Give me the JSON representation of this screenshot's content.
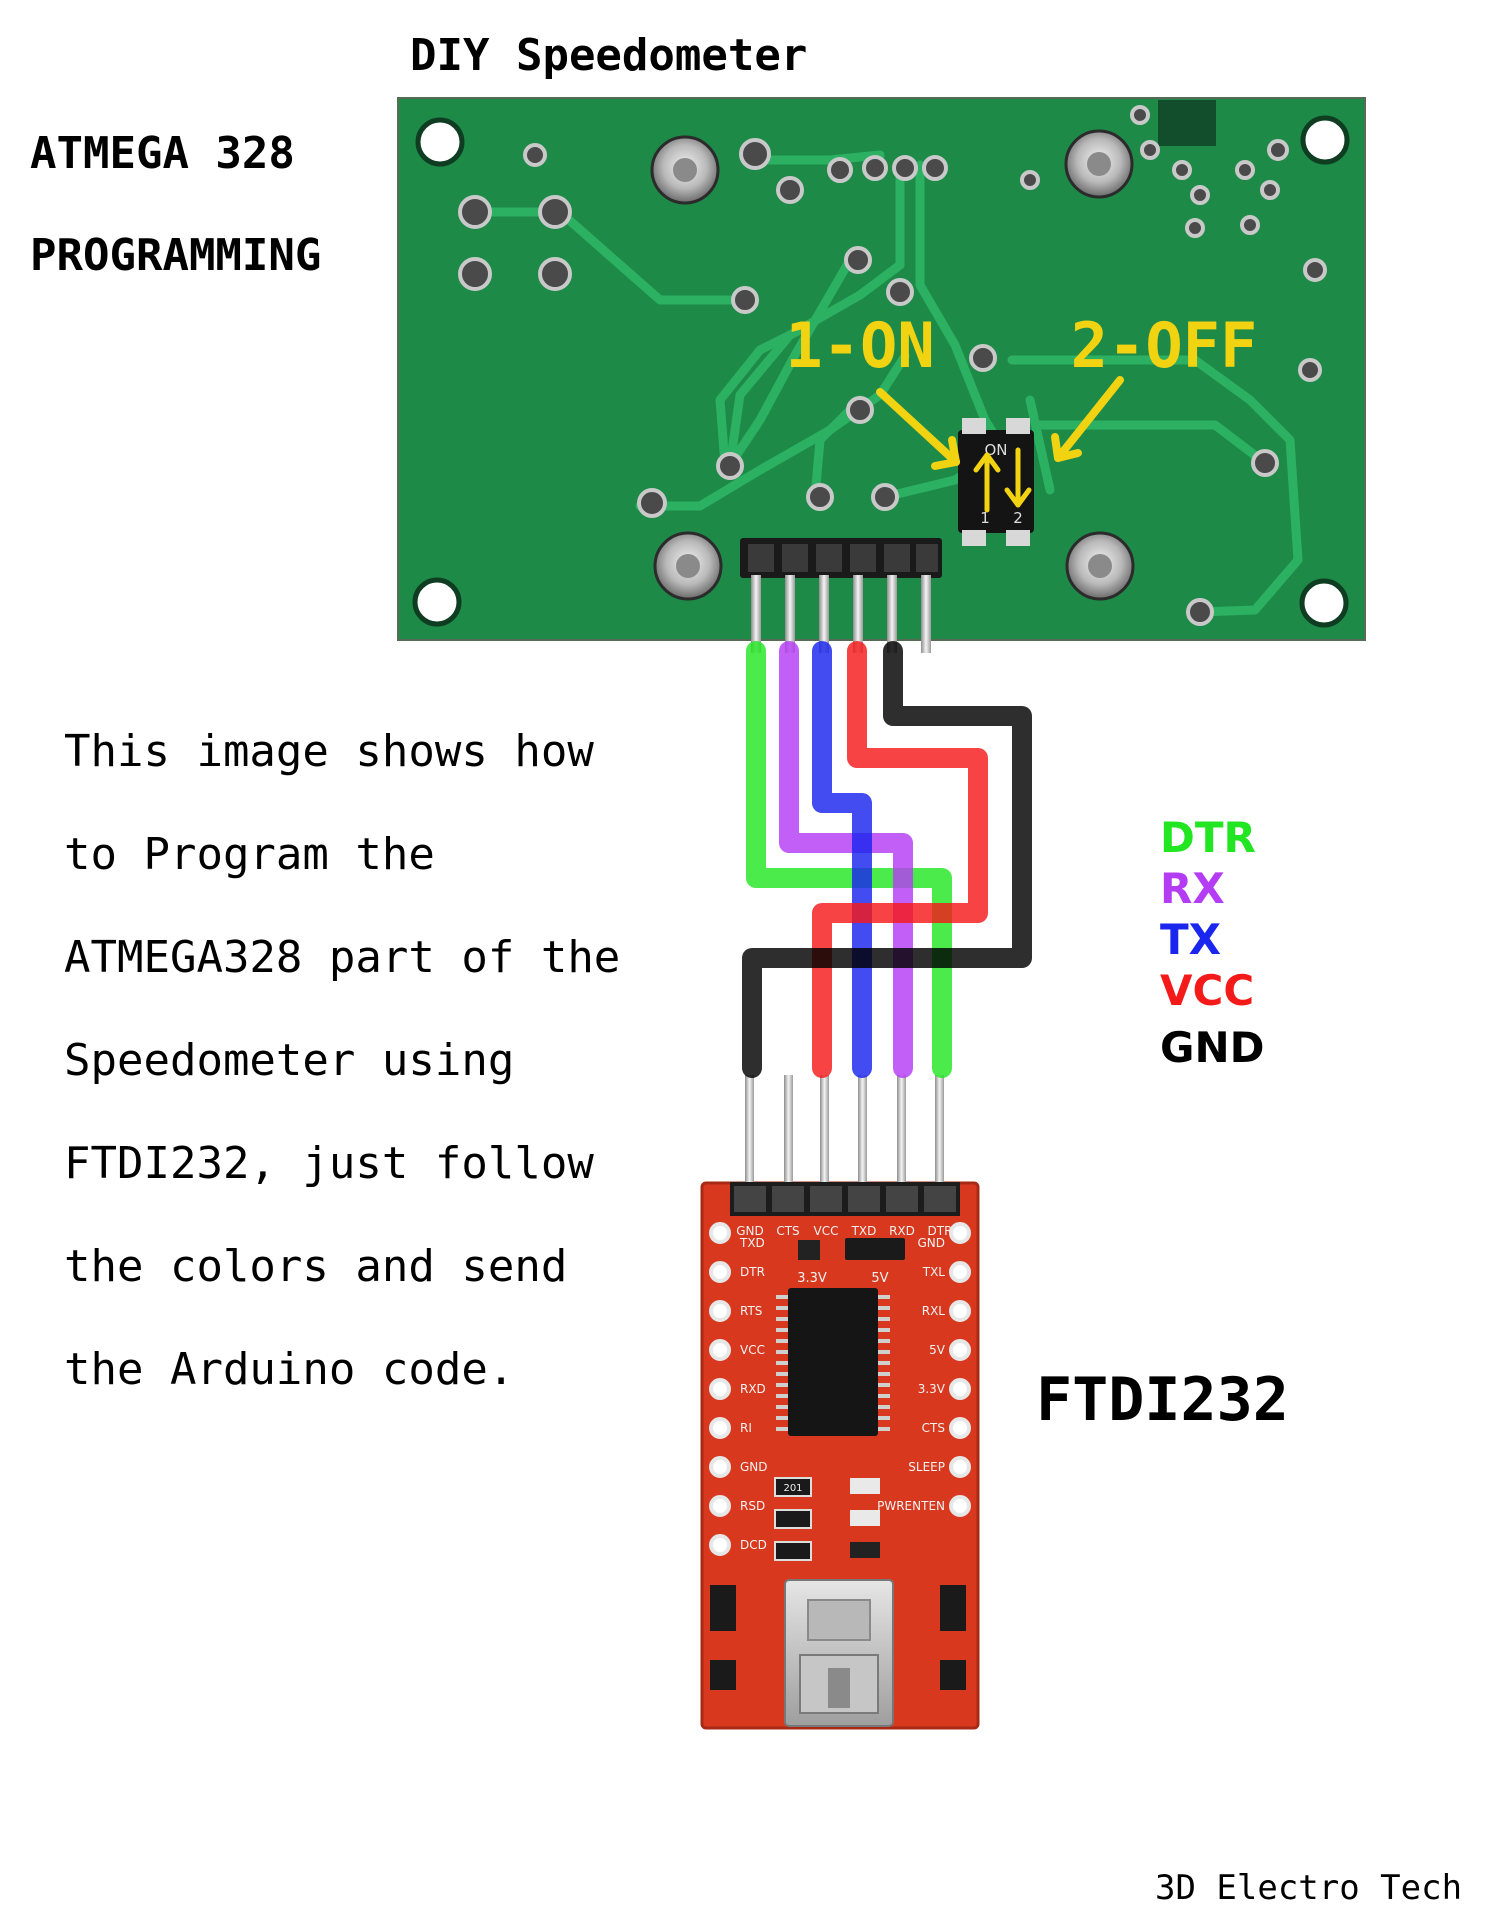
{
  "title": "DIY Speedometer",
  "heading": [
    "ATMEGA 328",
    "PROGRAMMING"
  ],
  "description_lines": [
    "This image shows how",
    "to Program the",
    "ATMEGA328 part of the",
    "Speedometer using",
    "FTDI232, just follow",
    "the colors and send",
    "the Arduino code."
  ],
  "switch": {
    "label_1": "1-ON",
    "label_2": "2-OFF",
    "switch_marking": "ON",
    "pos_1": "1",
    "pos_2": "2"
  },
  "legend": [
    {
      "label": "DTR",
      "color": "#22e622"
    },
    {
      "label": "RX",
      "color": "#b53cf5"
    },
    {
      "label": "TX",
      "color": "#1a25ee"
    },
    {
      "label": "VCC",
      "color": "#f51a1a"
    },
    {
      "label": "GND",
      "color": "#000000"
    }
  ],
  "ftdi": {
    "name": "FTDI232",
    "header_pins": [
      "GND",
      "CTS",
      "VCC",
      "TXD",
      "RXD",
      "DTR"
    ],
    "jumper_labels": [
      "3.3V",
      "5V"
    ],
    "left_pins": [
      "TXD",
      "DTR",
      "RTS",
      "VCC",
      "RXD",
      "RI",
      "GND",
      "RSD",
      "DCD"
    ],
    "right_pins": [
      "GND",
      "TXL",
      "RXL",
      "5V",
      "3.3V",
      "CTS",
      "SLEEP",
      "PWRENTEN"
    ],
    "resistor_code": "201"
  },
  "credit": "3D Electro Tech",
  "colors": {
    "pcb_green": "#1e8a48",
    "pcb_trace": "#27a85a",
    "ftdi_red": "#d8391e",
    "switch_yellow": "#f2d312"
  }
}
